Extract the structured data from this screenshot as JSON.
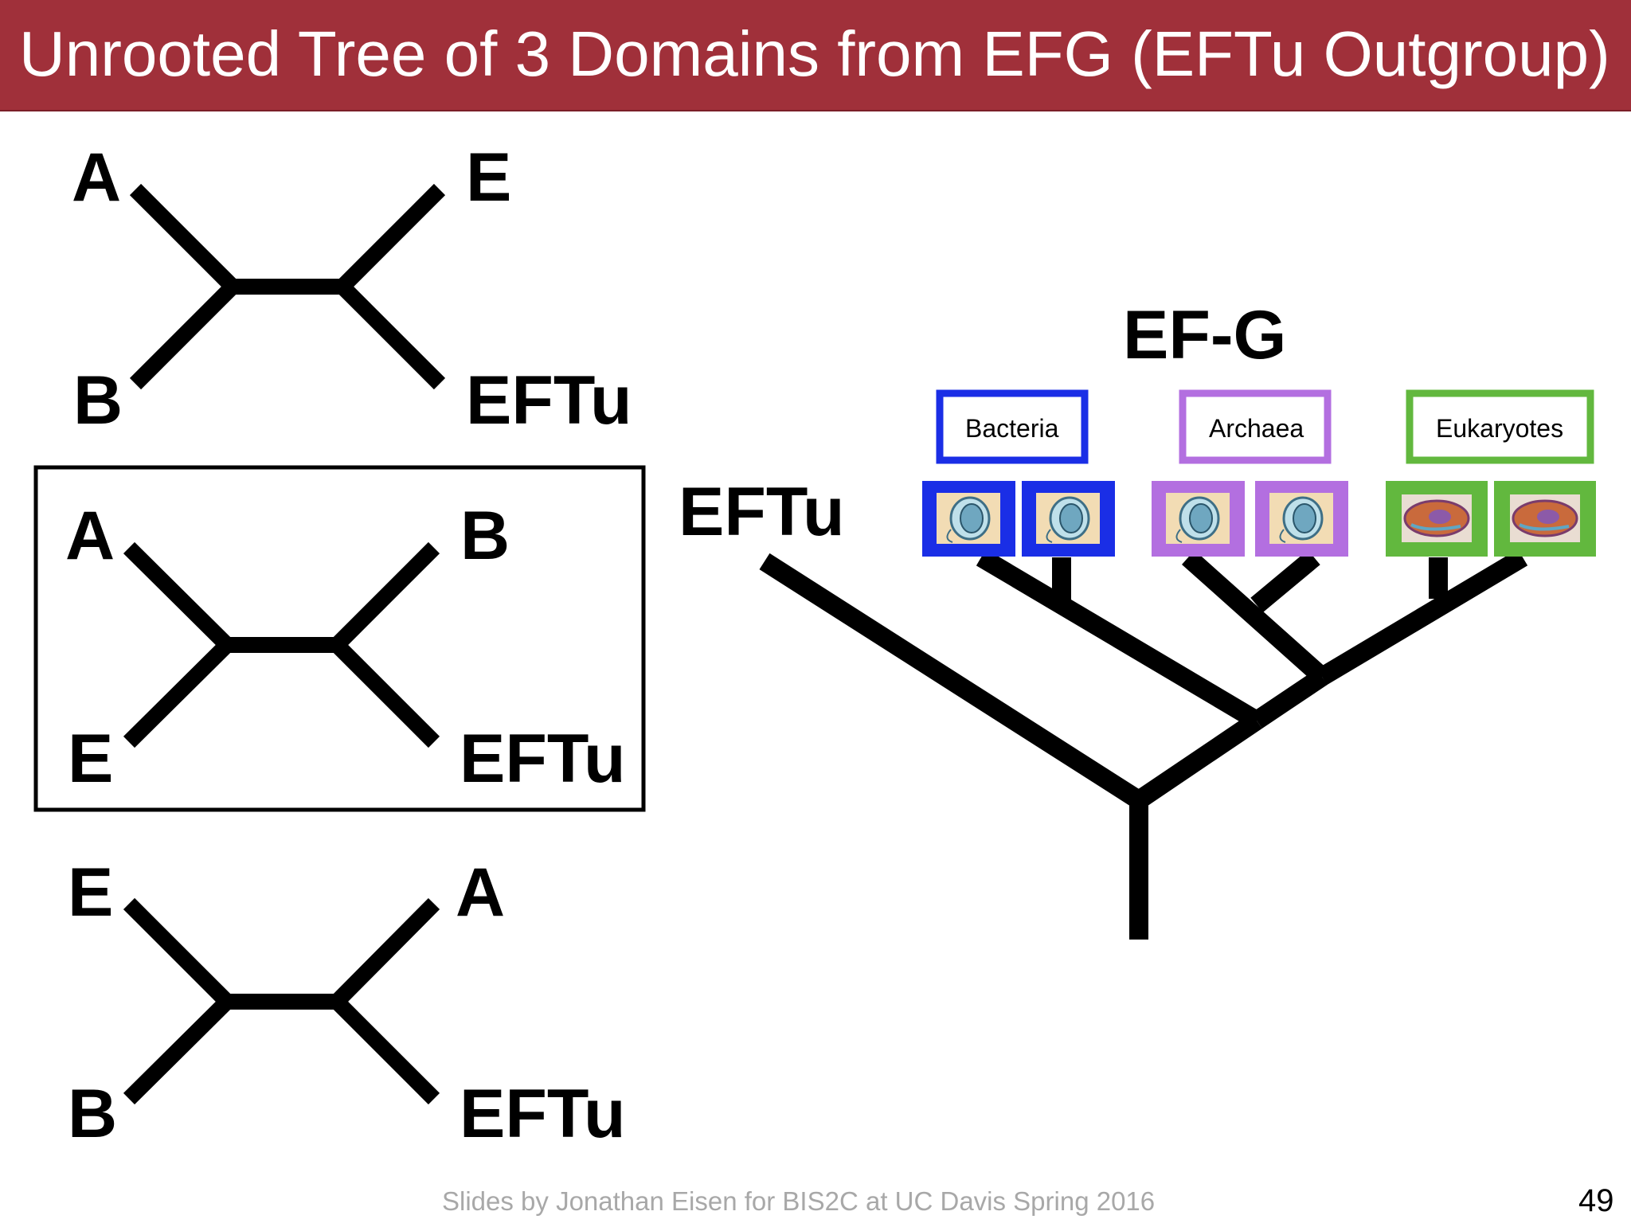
{
  "title": "Unrooted Tree of 3 Domains from EFG (EFTu Outgroup)",
  "unrooted_trees": [
    {
      "top_left": "A",
      "top_right": "E",
      "bottom_left": "B",
      "bottom_right": "EFTu",
      "highlighted": false
    },
    {
      "top_left": "A",
      "top_right": "B",
      "bottom_left": "E",
      "bottom_right": "EFTu",
      "highlighted": true
    },
    {
      "top_left": "E",
      "top_right": "A",
      "bottom_left": "B",
      "bottom_right": "EFTu",
      "highlighted": false
    }
  ],
  "rooted_tree": {
    "gene_label": "EF-G",
    "outgroup_label": "EFTu",
    "domains": [
      {
        "name": "Bacteria",
        "color": "#1a2ee6"
      },
      {
        "name": "Archaea",
        "color": "#b36fe0"
      },
      {
        "name": "Eukaryotes",
        "color": "#62b83e"
      }
    ]
  },
  "icons": {
    "prokaryote": "prokaryote-cell-icon",
    "eukaryote": "eukaryote-cell-icon"
  },
  "footer": "Slides by Jonathan Eisen for BIS2C at UC Davis Spring 2016",
  "page_number": "49"
}
